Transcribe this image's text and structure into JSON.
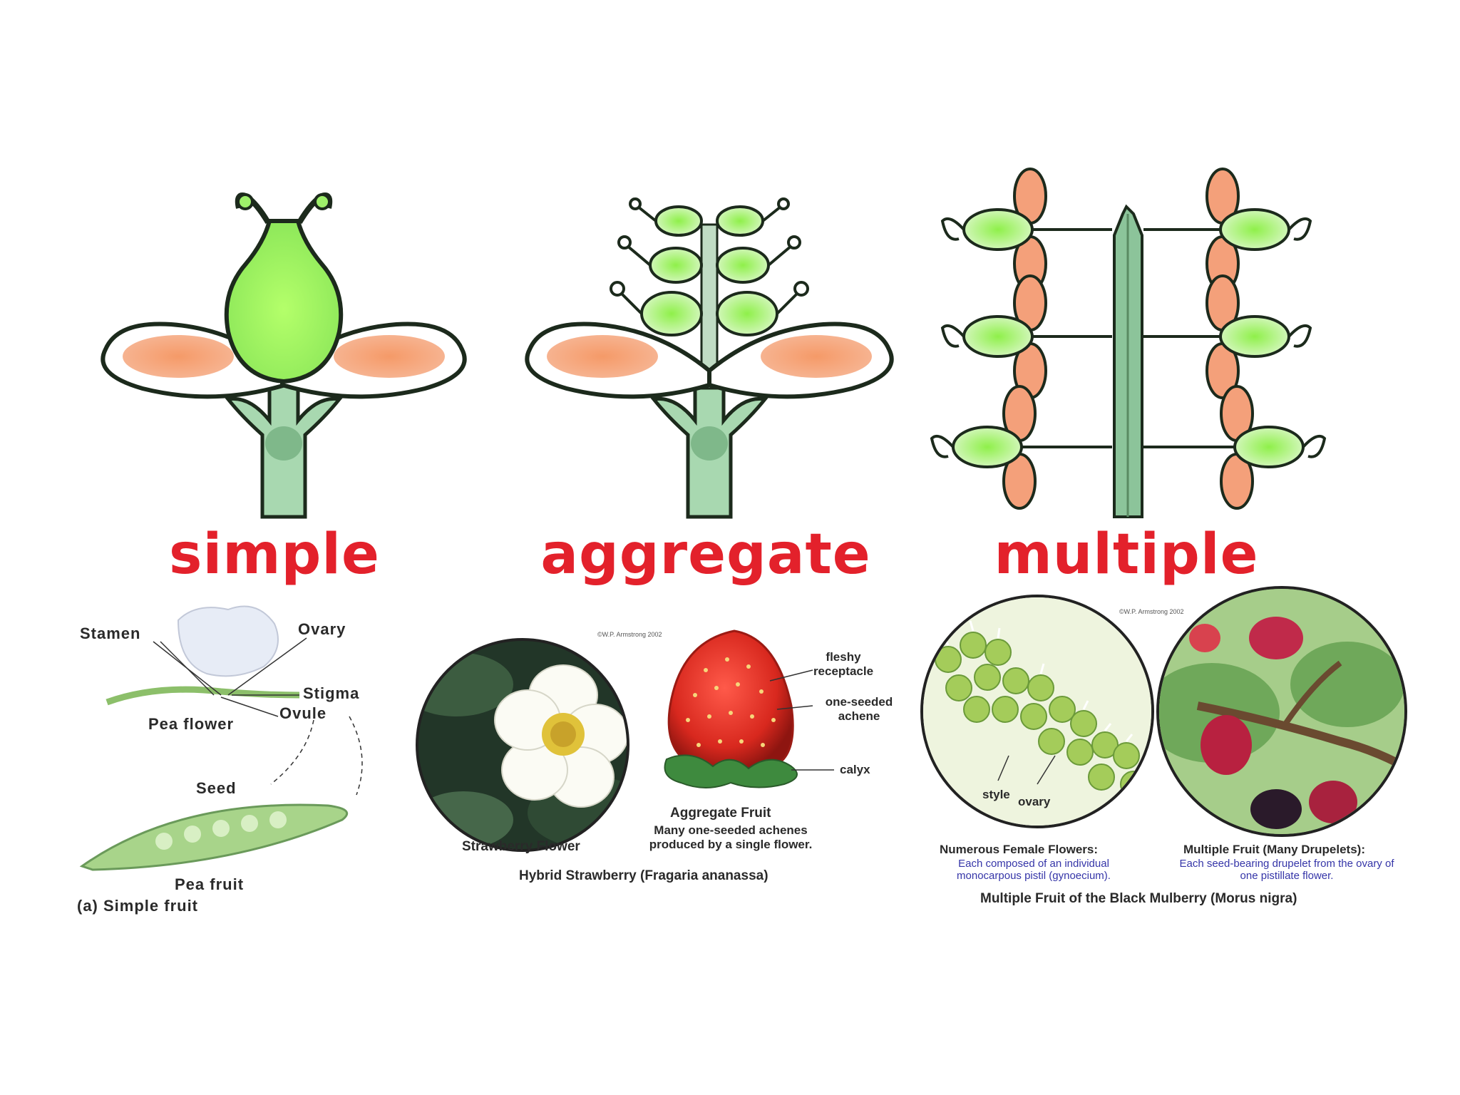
{
  "headings": {
    "simple": "simple",
    "aggregate": "aggregate",
    "multiple": "multiple"
  },
  "simple_photo": {
    "stamen": "Stamen",
    "ovary": "Ovary",
    "stigma": "Stigma",
    "ovule": "Ovule",
    "pea_flower": "Pea flower",
    "seed": "Seed",
    "pea_fruit": "Pea fruit",
    "caption": "(a) Simple fruit"
  },
  "aggregate_photo": {
    "credit": "©W.P. Armstrong 2002",
    "fleshy_receptacle": "fleshy receptacle",
    "one_seeded_achene": "one-seeded achene",
    "calyx": "calyx",
    "strawberry_flower": "Strawberry Flower",
    "aggregate_fruit_title": "Aggregate Fruit",
    "aggregate_fruit_desc": "Many one-seeded achenes produced by a single flower.",
    "caption": "Hybrid Strawberry (Fragaria ananassa)"
  },
  "multiple_photo": {
    "credit": "©W.P. Armstrong 2002",
    "style": "style",
    "ovary": "ovary",
    "female_flowers_title": "Numerous Female Flowers:",
    "female_flowers_desc": "Each composed of an individual monocarpous pistil (gynoecium).",
    "multiple_fruit_title": "Multiple Fruit (Many Drupelets):",
    "multiple_fruit_desc": "Each seed-bearing drupelet from the ovary of one pistillate flower.",
    "caption": "Multiple Fruit of the Black Mulberry (Morus nigra)"
  },
  "colors": {
    "heading": "#e3212b",
    "petal": "#f4a07a",
    "ovary": "#9ef06a",
    "stem": "#8cc49a",
    "outline": "#1c2a1c",
    "blue_text": "#3535a8"
  }
}
